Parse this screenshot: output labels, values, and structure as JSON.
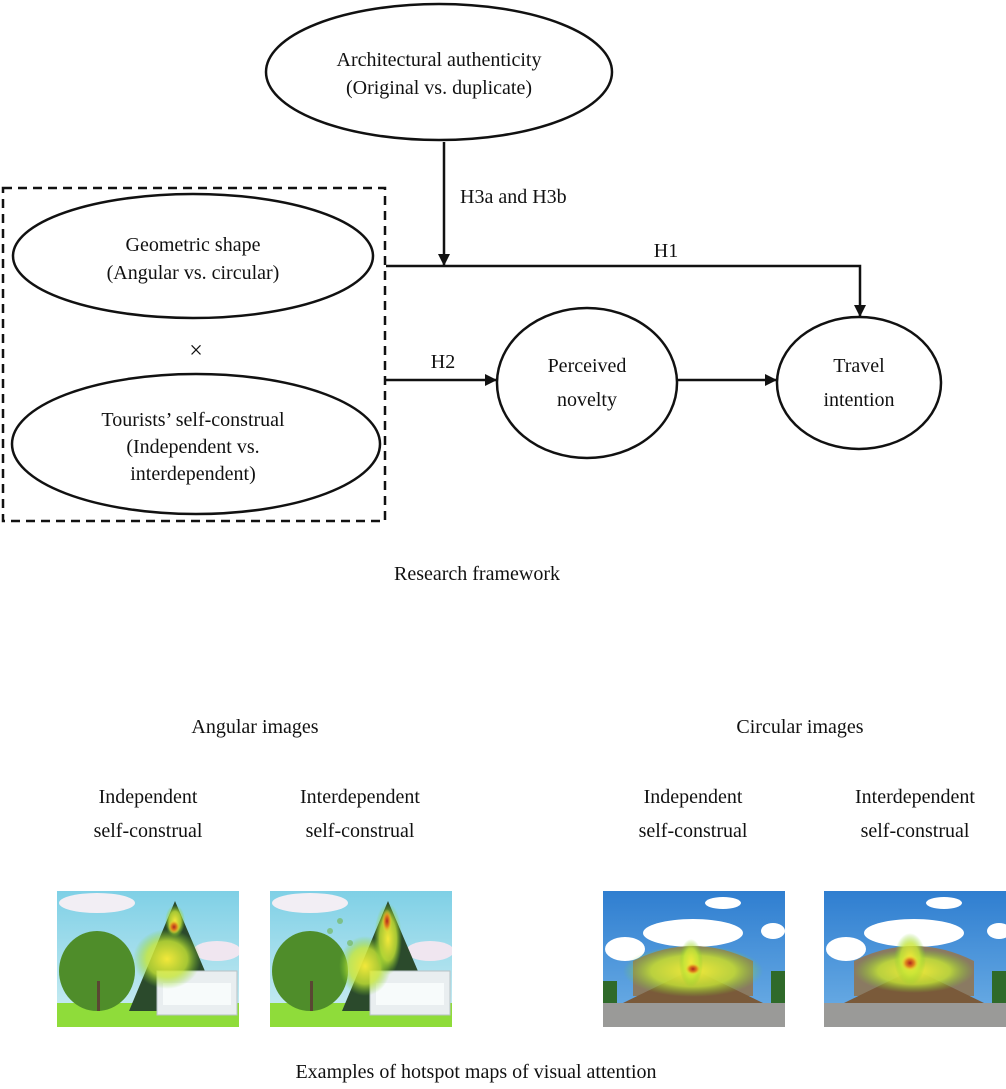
{
  "framework": {
    "nodes": {
      "authenticity": {
        "line1": "Architectural authenticity",
        "line2": "(Original vs. duplicate)"
      },
      "geometric_shape": {
        "line1": "Geometric shape",
        "line2": "(Angular vs. circular)"
      },
      "interaction_symbol": "×",
      "self_construal": {
        "line1": "Tourists’ self-construal",
        "line2": "(Independent vs.",
        "line3": "interdependent)"
      },
      "perceived_novelty": {
        "line1": "Perceived",
        "line2": "novelty"
      },
      "travel_intention": {
        "line1": "Travel",
        "line2": "intention"
      }
    },
    "paths": {
      "h3": "H3a and H3b",
      "h1": "H1",
      "h2": "H2"
    },
    "caption": "Research framework"
  },
  "hotspots": {
    "groups": [
      {
        "title": "Angular images",
        "items": [
          {
            "line1": "Independent",
            "line2": "self-construal"
          },
          {
            "line1": "Interdependent",
            "line2": "self-construal"
          }
        ]
      },
      {
        "title": "Circular images",
        "items": [
          {
            "line1": "Independent",
            "line2": "self-construal"
          },
          {
            "line1": "Interdependent",
            "line2": "self-construal"
          }
        ]
      }
    ],
    "caption": "Examples of hotspot maps of visual attention"
  }
}
